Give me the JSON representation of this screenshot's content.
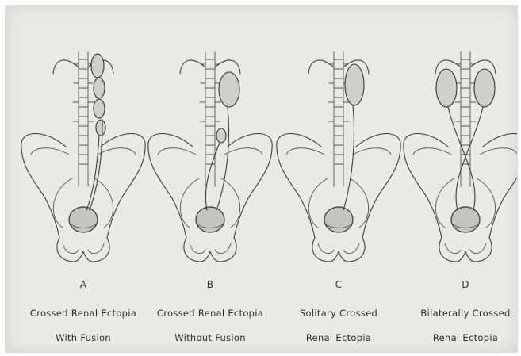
{
  "panels": [
    {
      "letter": "A",
      "line1": "Crossed Renal Ectopia",
      "line2": "With Fusion"
    },
    {
      "letter": "B",
      "line1": "Crossed Renal Ectopia",
      "line2": "Without Fusion"
    },
    {
      "letter": "C",
      "line1": "Solitary Crossed",
      "line2": "Renal Ectopia"
    },
    {
      "letter": "D",
      "line1": "Bilaterally Crossed",
      "line2": "Renal Ectopia"
    }
  ],
  "colors": {
    "background": "#e9e9e7",
    "ink": "#3c3c3c",
    "kidney_fill": "#cfcfcb"
  }
}
